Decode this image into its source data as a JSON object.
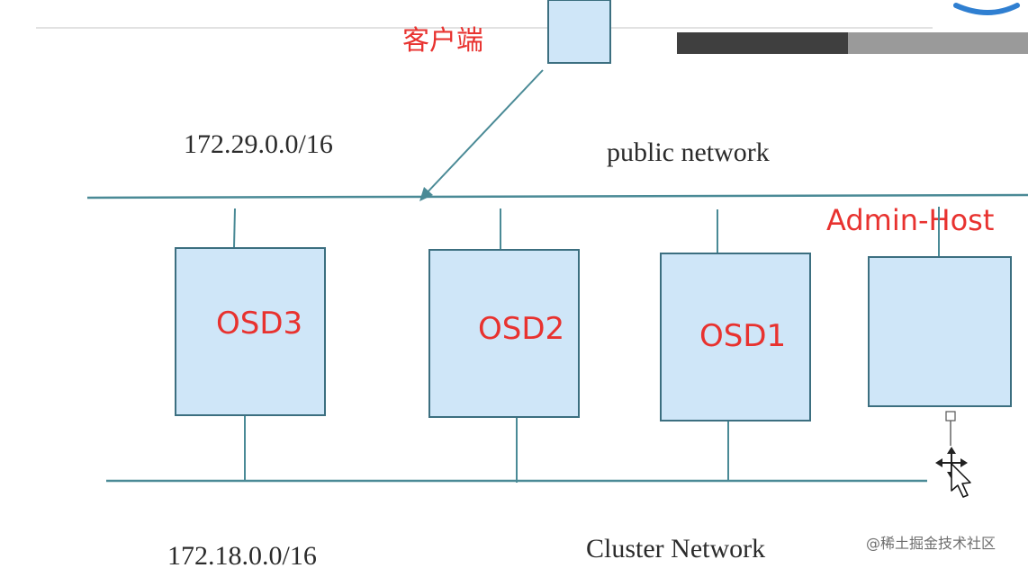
{
  "diagram": {
    "client_label": "客户端",
    "public_subnet": "172.29.0.0/16",
    "public_network_label": "public network",
    "admin_host_label": "Admin-Host",
    "osd_labels": [
      "OSD3",
      "OSD2",
      "OSD1"
    ],
    "cluster_subnet": "172.18.0.0/16",
    "cluster_network_label": "Cluster Network"
  },
  "watermark": "@稀土掘金技术社区",
  "colors": {
    "node_fill": "#cfe6f8",
    "node_stroke": "#3c6f80",
    "network_line": "#4a8a96",
    "annotation_red": "#e8322f"
  }
}
